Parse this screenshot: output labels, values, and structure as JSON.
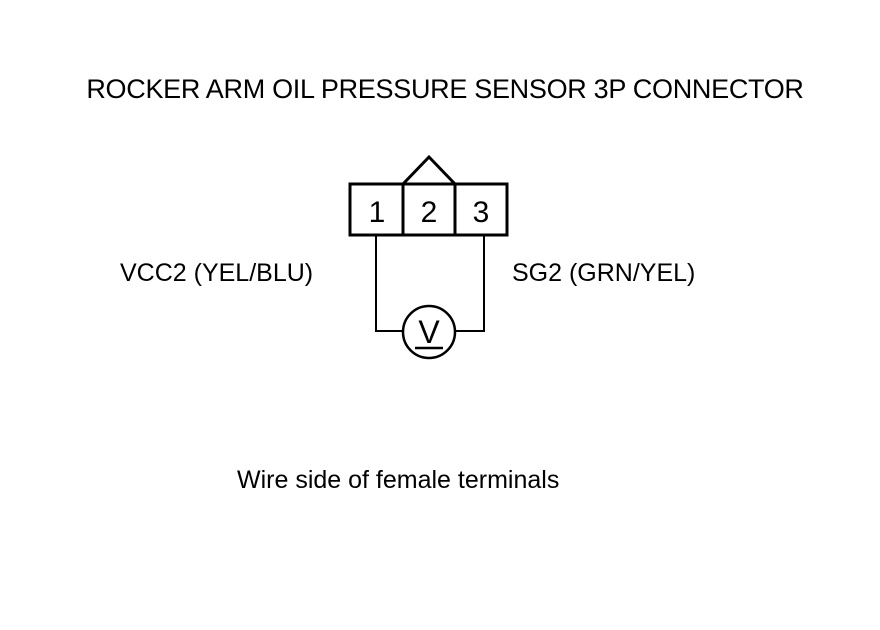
{
  "title": "ROCKER ARM OIL PRESSURE SENSOR 3P CONNECTOR",
  "connector": {
    "pins": [
      "1",
      "2",
      "3"
    ]
  },
  "wires": {
    "left_label": "VCC2 (YEL/BLU)",
    "right_label": "SG2 (GRN/YEL)"
  },
  "meter": {
    "symbol": "V",
    "icon": "voltmeter-icon"
  },
  "caption": "Wire side of female terminals",
  "colors": {
    "line": "#000000",
    "background": "#ffffff"
  }
}
